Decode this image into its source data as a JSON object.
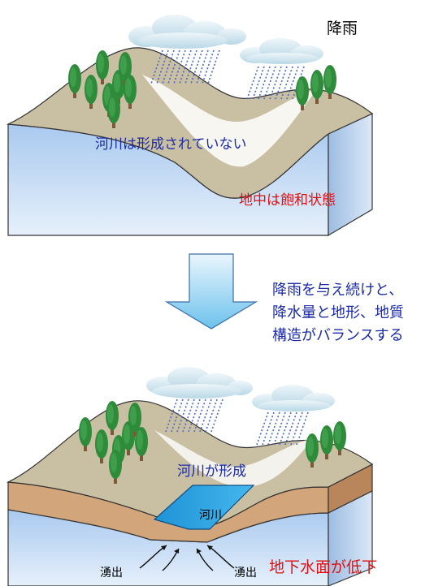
{
  "top_panel": {
    "rain_label": "降雨",
    "river_status": "河川は形成されていない",
    "ground_status": "地中は飽和状態"
  },
  "transition": {
    "line1": "降雨を与え続けと、",
    "line2": "降水量と地形、地質",
    "line3": "構造がバランスする"
  },
  "bottom_panel": {
    "river_formed": "河川が形成",
    "river_label": "河川",
    "spring_left": "湧出",
    "spring_right": "湧出",
    "water_table": "地下水面が低下"
  },
  "colors": {
    "terrain": "#C9BFA3",
    "water": "#BFD8F3",
    "soil": "#D2A57A",
    "river": "#2FA6E6",
    "label_blue": "#1B2AA6",
    "label_red": "#E01010",
    "tree": "#2E8B3A"
  }
}
